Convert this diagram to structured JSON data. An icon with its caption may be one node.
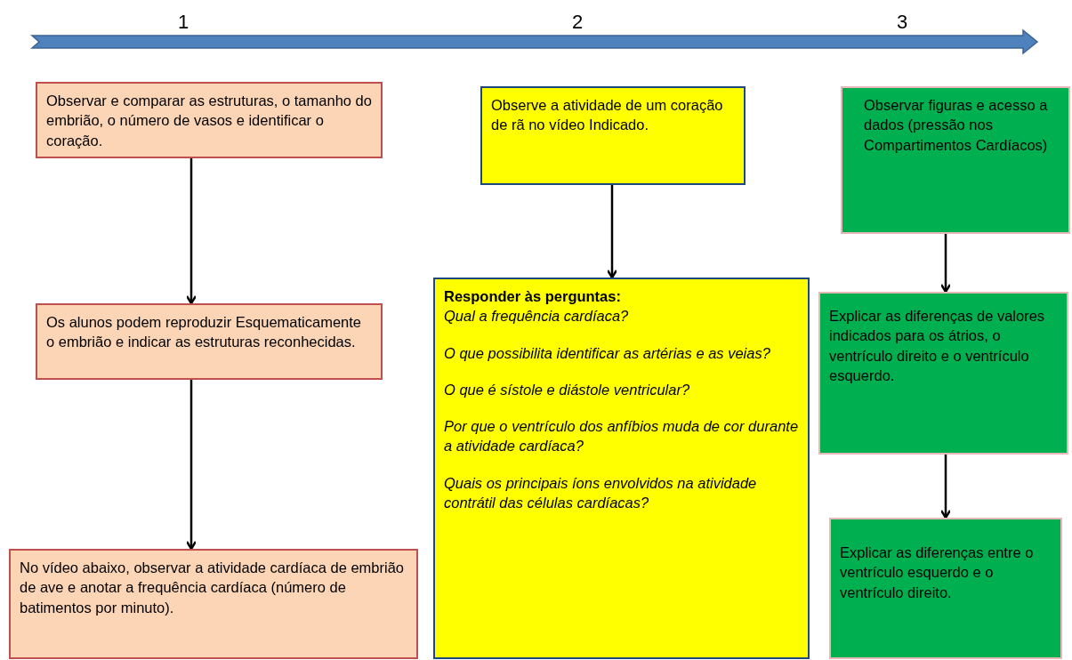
{
  "diagram": {
    "nodes": [
      {
        "text": [
          "Observar e comparar as estruturas, o tamanho do embrião, o número de vasos e identificar o coração."
        ]
      },
      {
        "text": [
          "Os alunos podem reproduzir Esquematicamente o embrião e indicar as estruturas reconhecidas."
        ]
      },
      {
        "text": [
          "No vídeo abaixo, observar a atividade cardíaca de embrião de ave e anotar a frequência cardíaca (número de batimentos por minuto)."
        ]
      },
      {
        "text": [
          "Observe a atividade de um coração de rã no vídeo Indicado."
        ]
      },
      {
        "text": [
          "Responder às perguntas:",
          "Qual a frequência cardíaca?",
          "O que possibilita identificar as artérias e as veias?",
          "O que é sístole e diástole ventricular?",
          "Por que o ventrículo dos anfíbios muda de cor durante a atividade cardíaca?",
          "Quais os principais íons envolvidos na atividade contrátil das células cardíacas?"
        ]
      },
      {
        "text": [
          "Observar figuras e acesso a dados (pressão nos Compartimentos Cardíacos)"
        ]
      },
      {
        "text": [
          "Explicar as diferenças de valores indicados para os átrios, o ventrículo direito e o ventrículo esquerdo."
        ]
      },
      {
        "text": [
          "Explicar as diferenças entre o ventrículo esquerdo e o ventrículo direito."
        ]
      }
    ],
    "edges": [
      {
        "from": 0,
        "to": 1,
        "arrow": "to"
      },
      {
        "from": 1,
        "to": 2,
        "arrow": "to"
      },
      {
        "from": 3,
        "to": 4,
        "arrow": "to"
      },
      {
        "from": 5,
        "to": 6,
        "arrow": "to"
      },
      {
        "from": 6,
        "to": 7,
        "arrow": "to"
      }
    ],
    "labels": [
      "1",
      "2",
      "3"
    ]
  }
}
